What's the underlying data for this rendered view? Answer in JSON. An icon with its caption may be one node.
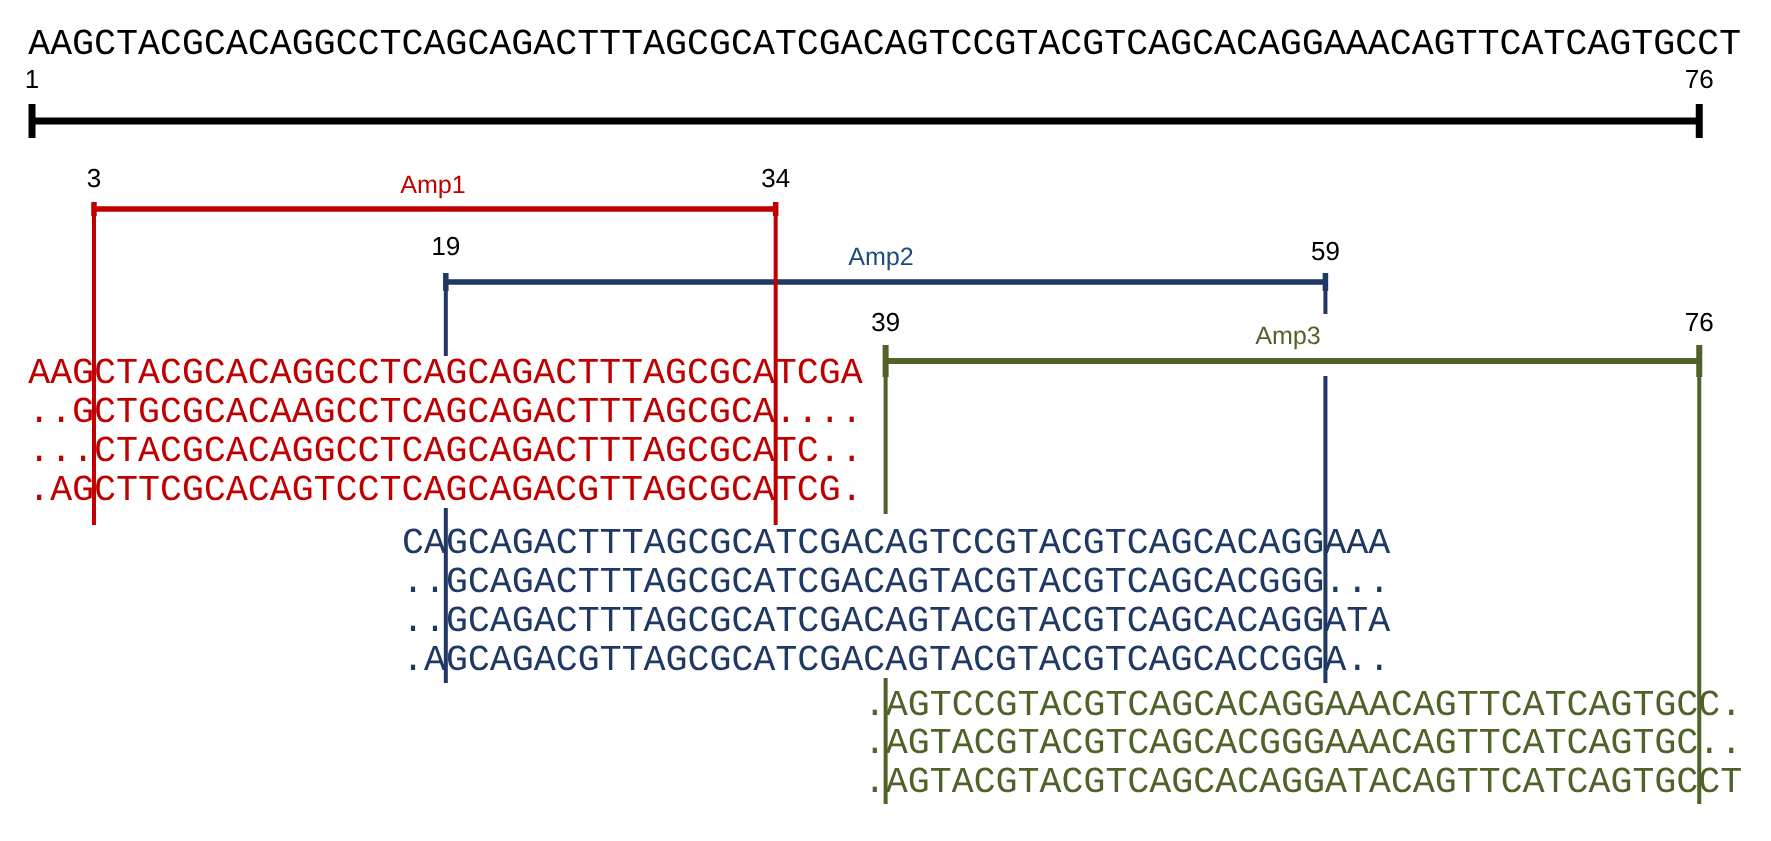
{
  "diagram": {
    "labels": [
      "AAGCTACGCACAGGCCTCAGCAGACTTTAGCGCATCGACAGTCCGTACGTCAGCACAGGAAACAGTTCATCAGTGCCT",
      "1",
      "76",
      "3",
      "Amp1",
      "34",
      "19",
      "Amp2",
      "59",
      "39",
      "Amp3",
      "76",
      "AAGCTACGCACAGGCCTCAGCAGACTTTAGCGCATCGA",
      "..GCTGCGCACAAGCCTCAGCAGACTTTAGCGCA....",
      "...CTACGCACAGGCCTCAGCAGACTTTAGCGCATC..",
      ".AGCTTCGCACAGTCCTCAGCAGACGTTAGCGCATCG.",
      "CAGCAGACTTTAGCGCATCGACAGTCCGTACGTCAGCACAGGAAA",
      "..GCAGACTTTAGCGCATCGACAGTACGTACGTCAGCACGGG...",
      "..GCAGACTTTAGCGCATCGACAGTACGTACGTCAGCACAGGATA",
      ".AGCAGACGTTAGCGCATCGACAGTACGTACGTCAGCACCGGA..",
      ".AGTCCGTACGTCAGCACAGGAAACAGTTCATCAGTGCC.",
      ".AGTACGTACGTCAGCACGGGAAACAGTTCATCAGTGC..",
      ".AGTACGTACGTCAGCACAGGATACAGTTCATCAGTGCCT"
    ]
  }
}
